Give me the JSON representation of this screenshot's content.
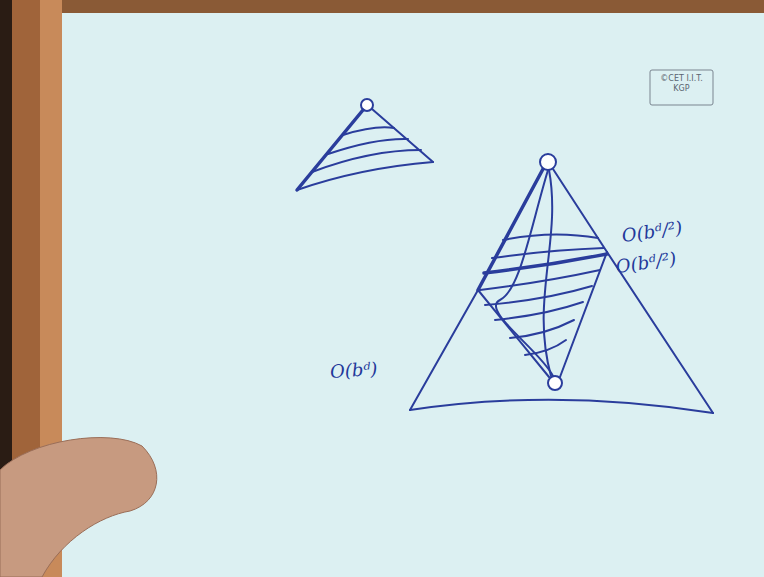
{
  "diagram": {
    "labels": [
      "©CET I.I.T. KGP",
      "O(bᵈ/²)",
      "O(bᵈ/²)",
      "O(bᵈ)"
    ]
  }
}
